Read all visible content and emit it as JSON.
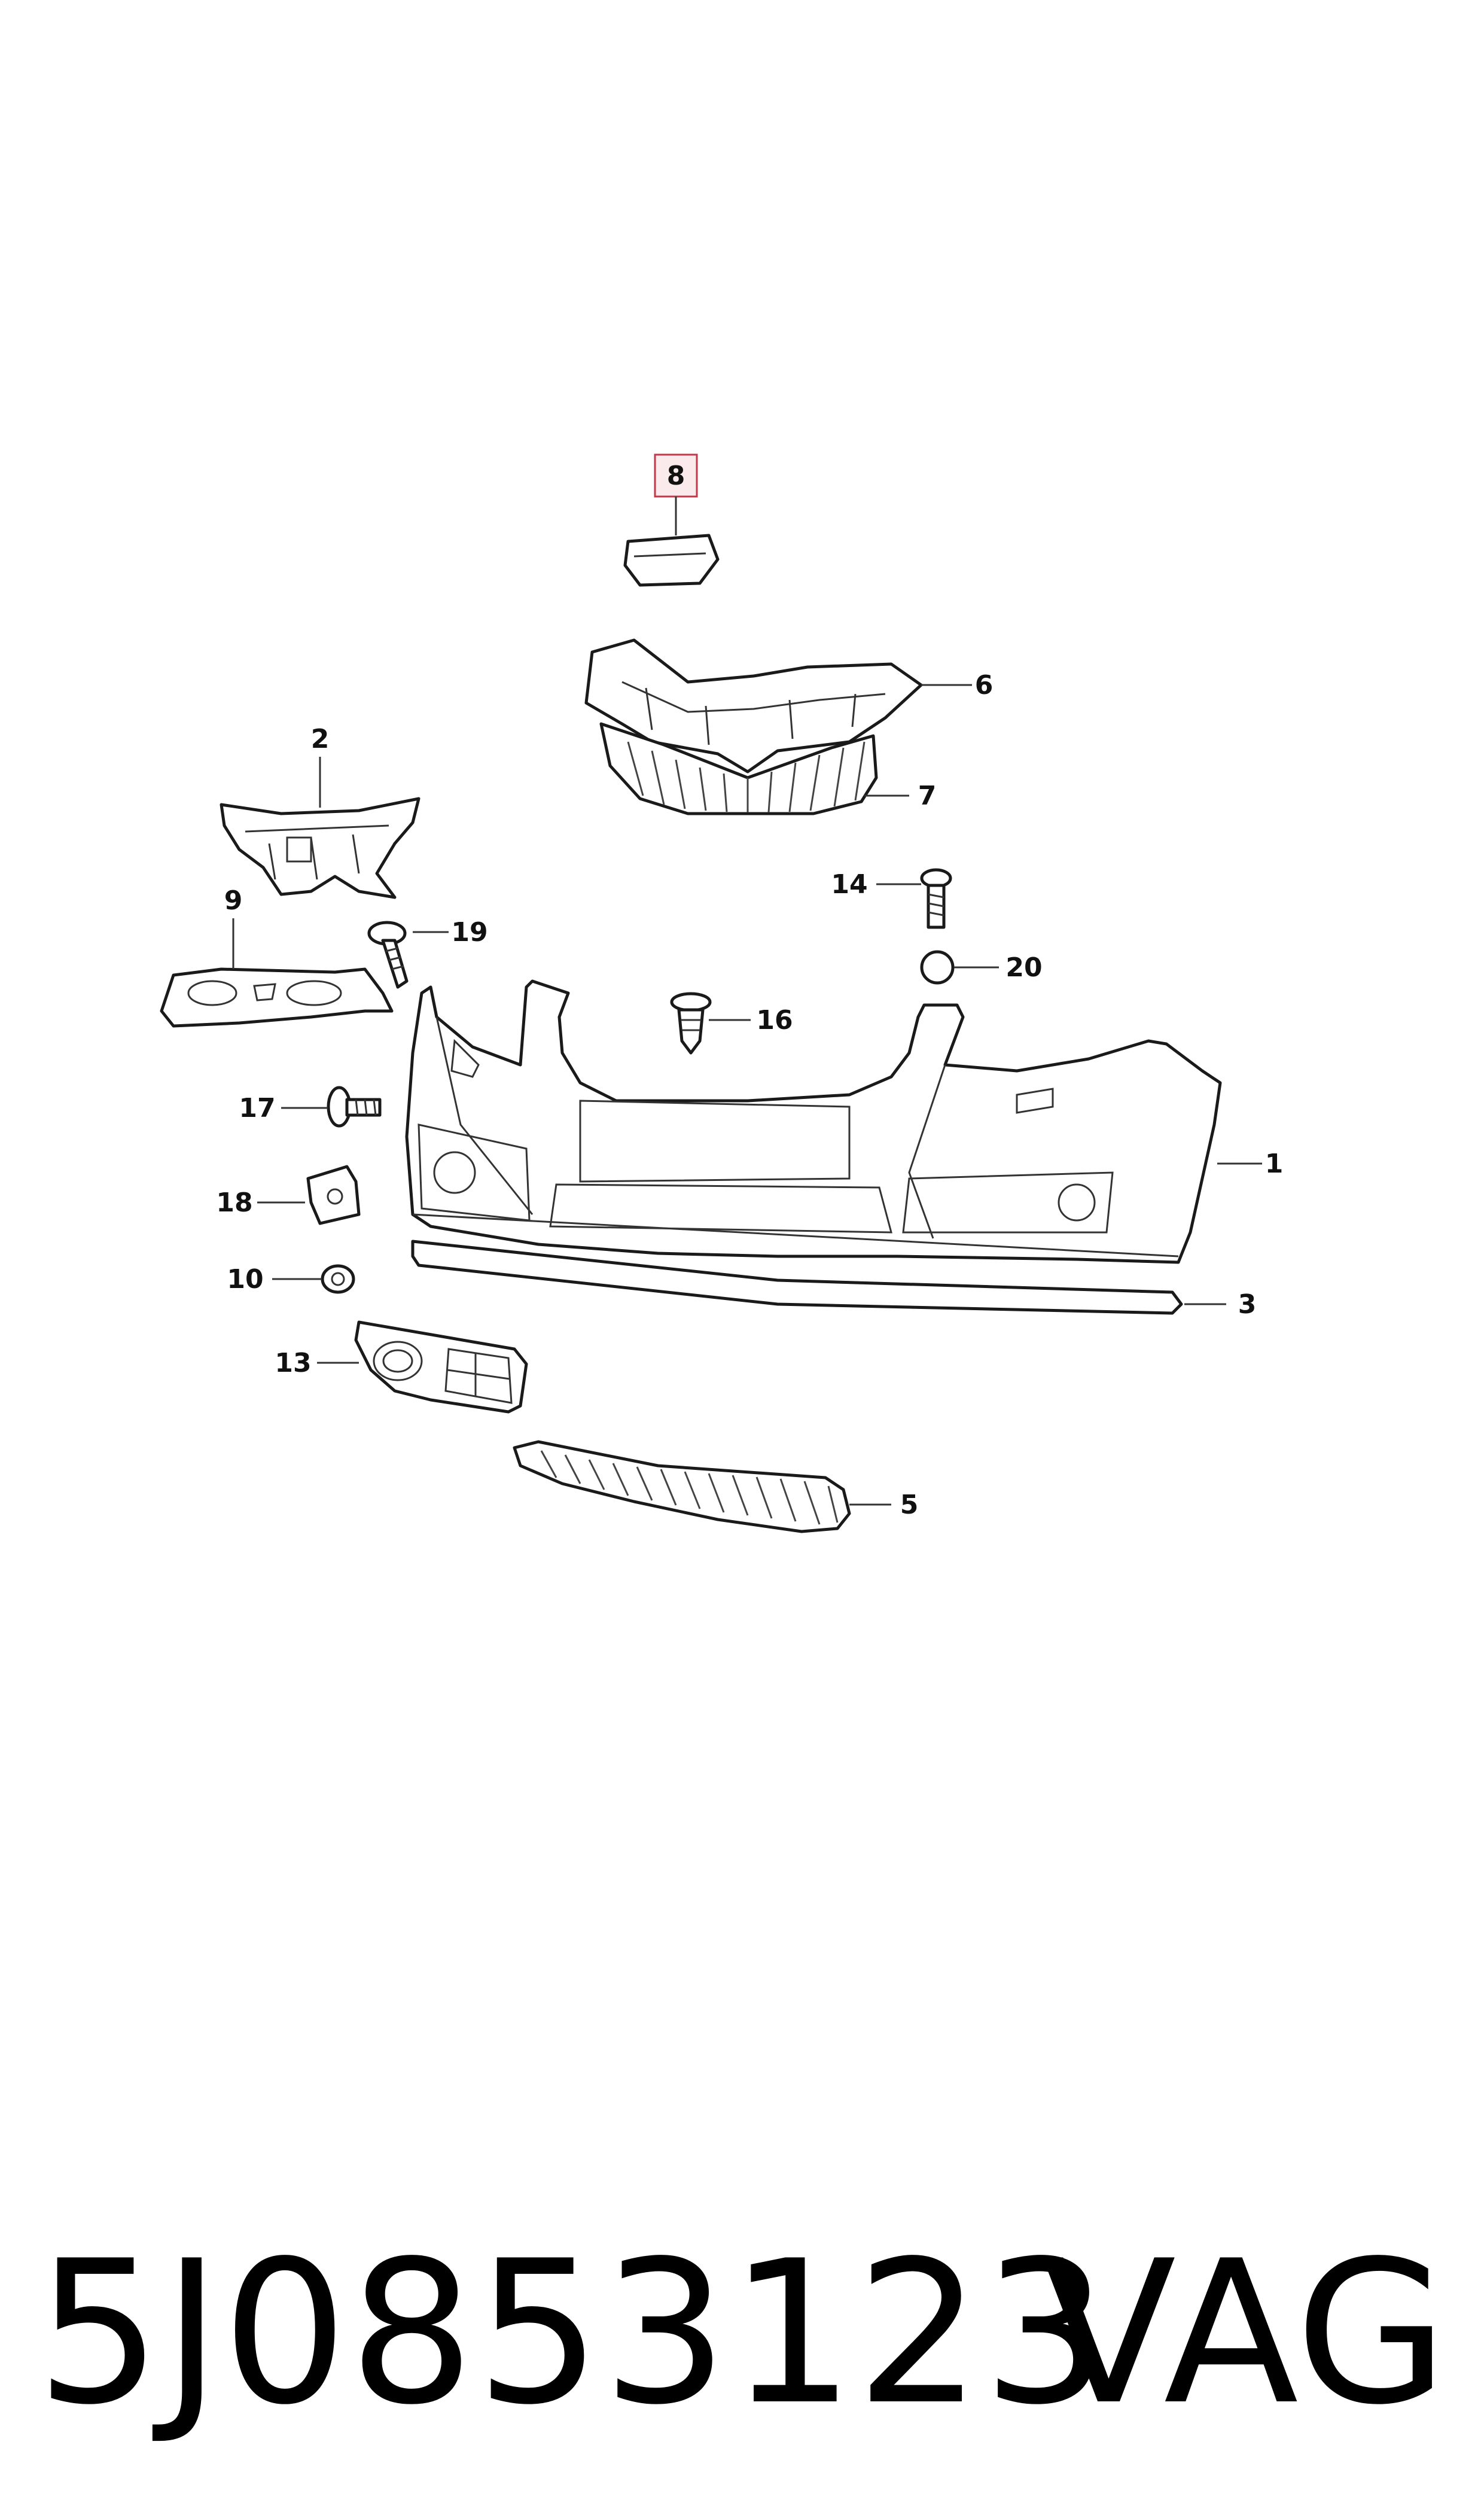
{
  "callouts": {
    "c1": "1",
    "c2": "2",
    "c3": "3",
    "c5": "5",
    "c6": "6",
    "c7": "7",
    "c8": "8",
    "c9": "9",
    "c10": "10",
    "c13": "13",
    "c14": "14",
    "c16": "16",
    "c17": "17",
    "c18": "18",
    "c19": "19",
    "c20": "20"
  },
  "highlight_color": "#c0394b",
  "footer": {
    "part_number": "5J0853123",
    "brand": "VAG"
  }
}
